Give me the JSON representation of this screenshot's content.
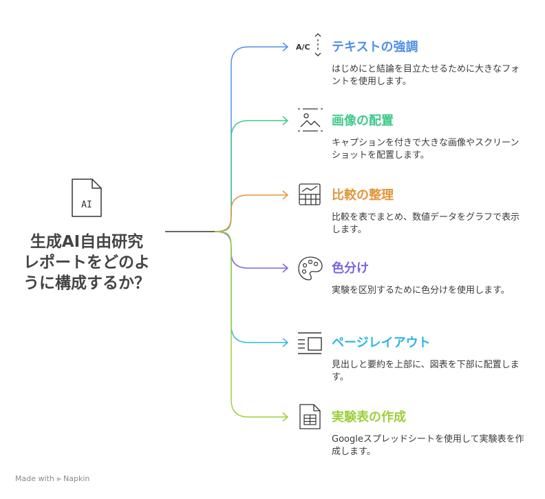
{
  "root": {
    "title_lines": [
      "生成AI自由研究",
      "レポートをどのよ",
      "うに構成するか？"
    ],
    "icon": "ai-file-icon",
    "icon_text": "AI"
  },
  "branches": [
    {
      "title": "テキストの強調",
      "description": "はじめにと結論を目立たせるために大きなフォントを使用します。",
      "color": "#4f8fe6",
      "icon": "text-size-icon",
      "icon_text": "A/C"
    },
    {
      "title": "画像の配置",
      "description": "キャプションを付きで大きな画像やスクリーンショットを配置します。",
      "color": "#3fc98a",
      "icon": "image-frame-icon"
    },
    {
      "title": "比較の整理",
      "description": "比較を表でまとめ、数値データをグラフで表示します。",
      "color": "#e2963a",
      "icon": "table-chart-icon"
    },
    {
      "title": "色分け",
      "description": "実験を区別するために色分けを使用します。",
      "color": "#7b63e0",
      "icon": "palette-icon"
    },
    {
      "title": "ページレイアウト",
      "description": "見出しと要約を上部に、図表を下部に配置します。",
      "color": "#2fb6e0",
      "icon": "layout-icon"
    },
    {
      "title": "実験表の作成",
      "description": "Googleスプレッドシートを使用して実験表を作成します。",
      "color": "#9ccf3a",
      "icon": "spreadsheet-icon"
    }
  ],
  "footer": {
    "text": "Made with",
    "brand": "Napkin"
  }
}
